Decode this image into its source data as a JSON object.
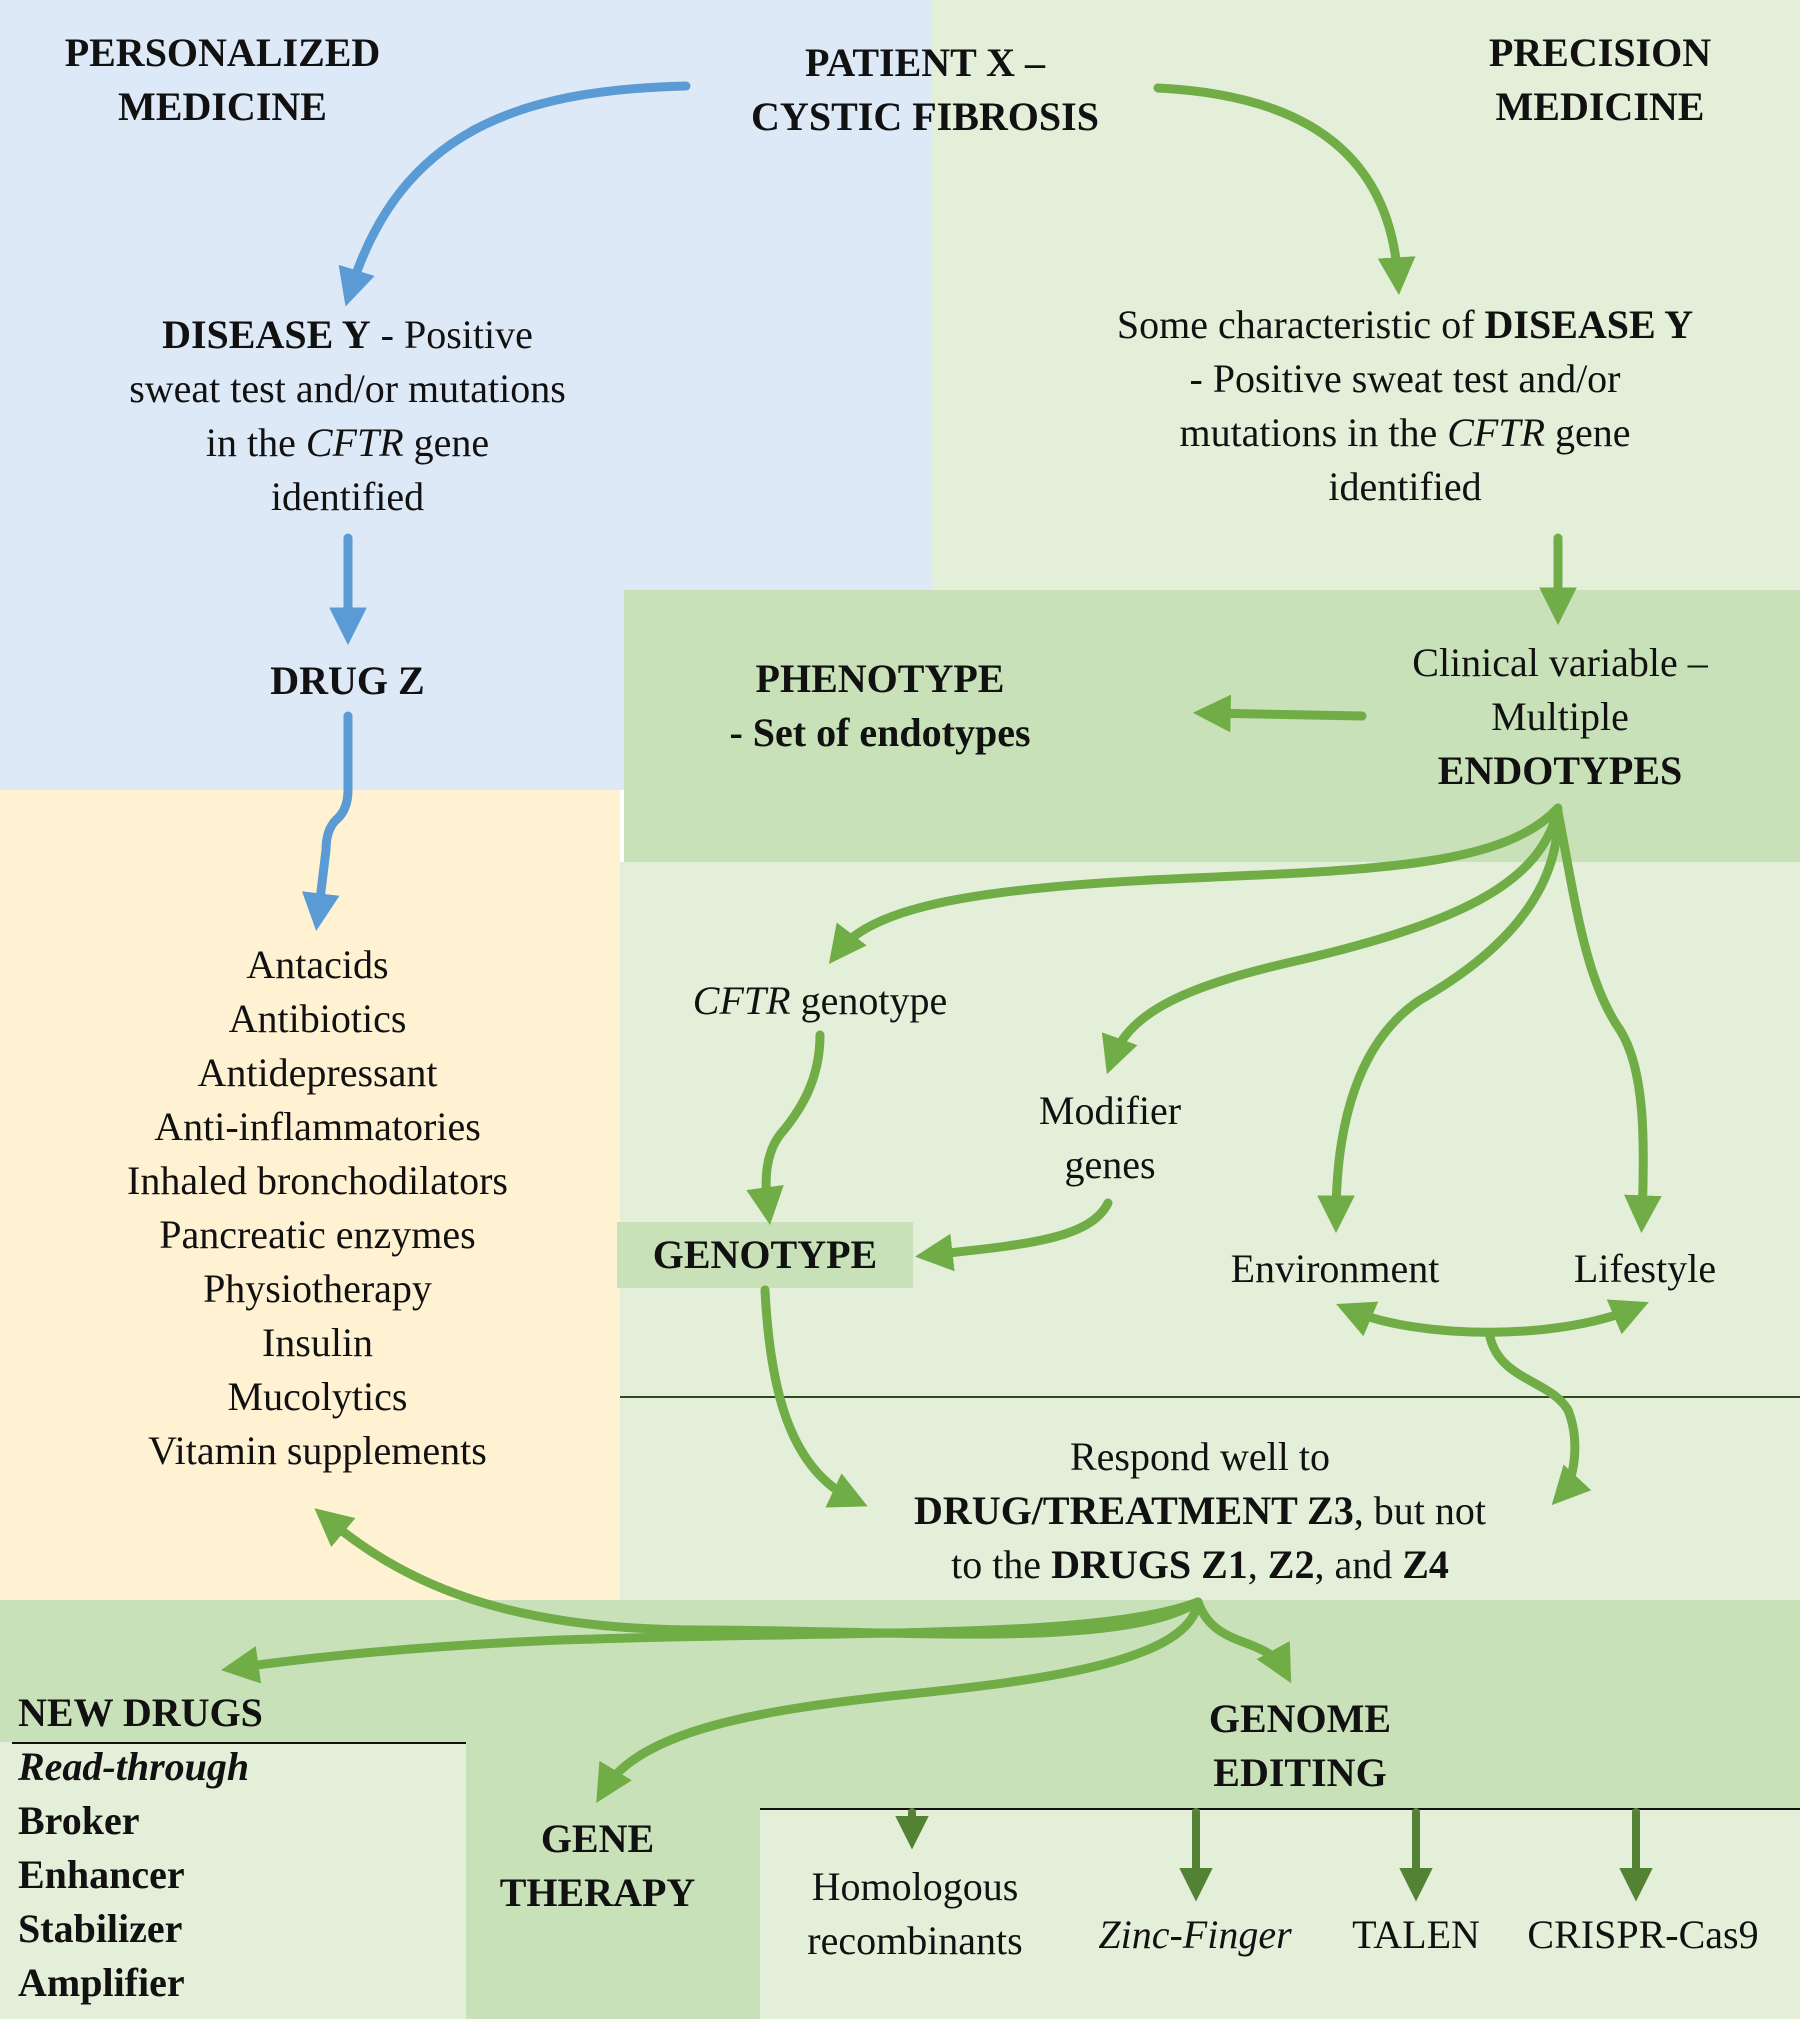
{
  "colors": {
    "personalized_bg": "#dde9f6",
    "precision_bg": "#e4efd9",
    "treatments_bg": "#fff2d3",
    "mid_green": "#c9e1b8",
    "blue_arrow": "#5b9bd5",
    "green_arrow": "#70ad47",
    "dark_green_arrow": "#548235"
  },
  "header": {
    "personalized_1": "PERSONALIZED",
    "personalized_2": "MEDICINE",
    "patient_1": "PATIENT X –",
    "patient_2": "CYSTIC FIBROSIS",
    "precision_1": "PRECISION",
    "precision_2": "MEDICINE"
  },
  "personalized": {
    "disease_bold": "DISEASE Y",
    "disease_rest": " - Positive",
    "disease_line2": "sweat test and/or mutations",
    "disease_line3_pre": "in the ",
    "disease_line3_gene": "CFTR",
    "disease_line3_post": " gene",
    "disease_line4": "identified",
    "drug": "DRUG Z",
    "treatments": [
      "Antacids",
      "Antibiotics",
      "Antidepressant",
      "Anti-inflammatories",
      "Inhaled bronchodilators",
      "Pancreatic enzymes",
      "Physiotherapy",
      "Insulin",
      "Mucolytics",
      "Vitamin supplements"
    ]
  },
  "precision": {
    "disease_line1_pre": "Some characteristic of ",
    "disease_line1_bold": "DISEASE Y",
    "disease_line2": "- Positive sweat test and/or",
    "disease_line3_pre": "mutations  in the ",
    "disease_line3_gene": "CFTR",
    "disease_line3_post": " gene",
    "disease_line4": "identified",
    "phenotype_1": "PHENOTYPE",
    "phenotype_2": "- Set of endotypes",
    "clinical_1": "Clinical variable –",
    "clinical_2": "Multiple",
    "clinical_3": "ENDOTYPES",
    "cftr_gene": "CFTR",
    "cftr_rest": " genotype",
    "modifier_1": "Modifier",
    "modifier_2": "genes",
    "genotype": "GENOTYPE",
    "environment": "Environment",
    "lifestyle": "Lifestyle",
    "respond_1": "Respond well to",
    "respond_2_bold": "DRUG/TREATMENT Z3",
    "respond_2_rest": ", but not",
    "respond_3_pre": "to the ",
    "respond_3_b1": "DRUGS Z1",
    "respond_3_sep": ", ",
    "respond_3_b2": "Z2",
    "respond_3_and": ", and ",
    "respond_3_b3": "Z4"
  },
  "new_drugs": {
    "title": "NEW DRUGS",
    "items": [
      "Read-through",
      "Broker",
      "Enhancer",
      "Stabilizer",
      "Amplifier"
    ]
  },
  "gene_therapy": {
    "line1": "GENE",
    "line2": "THERAPY"
  },
  "genome_editing": {
    "line1": "GENOME",
    "line2": "EDITING",
    "homologous_1": "Homologous",
    "homologous_2": "recombinants",
    "zinc": "Zinc-Finger",
    "talen": "TALEN",
    "crispr": "CRISPR-Cas9"
  }
}
